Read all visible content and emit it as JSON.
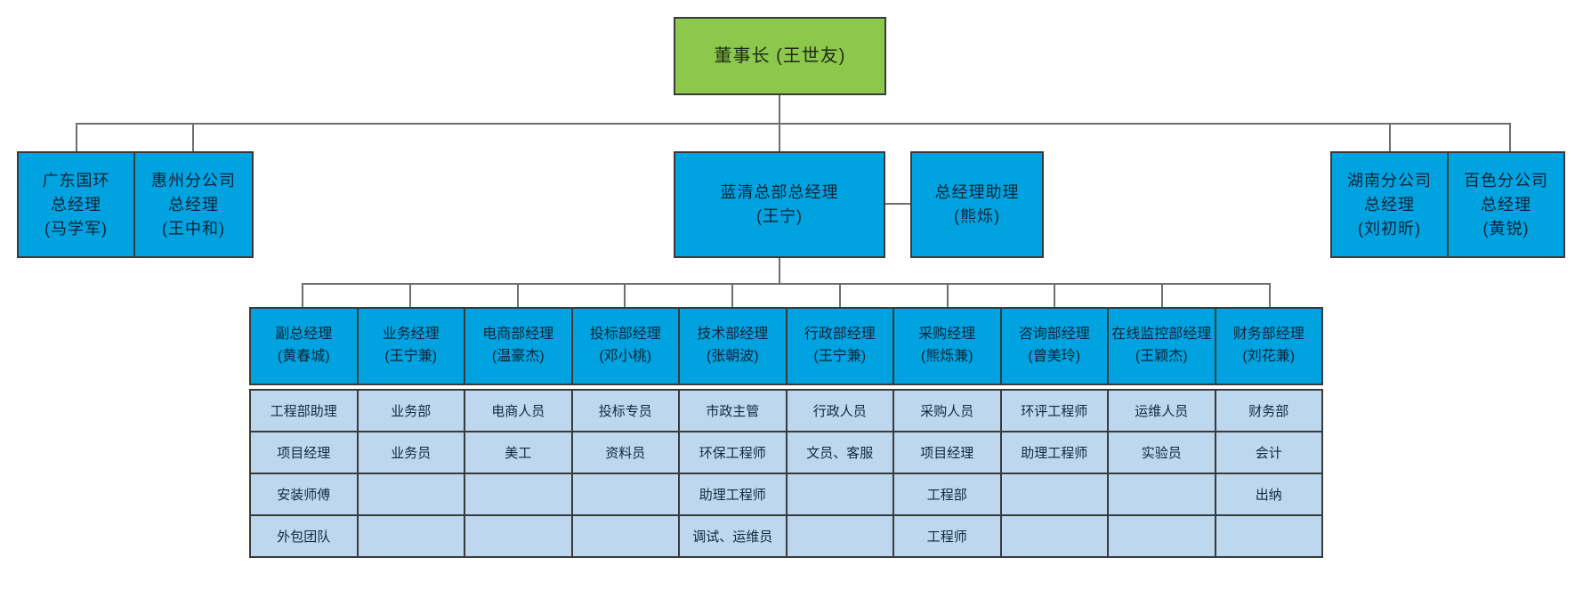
{
  "palette": {
    "green": "#8cc84b",
    "cyan": "#00a3df",
    "light_blue": "#bdd7ee",
    "border": "#3a3a3a",
    "line": "#6e6e6e",
    "box_text": "#0d2436",
    "chairman_text": "#1f2b15"
  },
  "chairman": {
    "label": "董事长 (王世友)"
  },
  "level2": [
    {
      "label": "广东国环\n总经理\n(马学军)"
    },
    {
      "label": "惠州分公司\n总经理\n(王中和)"
    },
    {
      "label": "蓝清总部总经理\n(王宁)"
    },
    {
      "label": "总经理助理\n(熊烁)"
    },
    {
      "label": "湖南分公司\n总经理\n(刘初昕)"
    },
    {
      "label": "百色分公司\n总经理\n(黄锐)"
    }
  ],
  "table": {
    "columns": [
      {
        "header": "副总经理\n(黄春城)",
        "cells": [
          "工程部助理",
          "项目经理",
          "安装师傅",
          "外包团队"
        ]
      },
      {
        "header": "业务经理\n(王宁兼)",
        "cells": [
          "业务部",
          "业务员",
          "",
          ""
        ]
      },
      {
        "header": "电商部经理\n(温豪杰)",
        "cells": [
          "电商人员",
          "美工",
          "",
          ""
        ]
      },
      {
        "header": "投标部经理\n(邓小桃)",
        "cells": [
          "投标专员",
          "资料员",
          "",
          ""
        ]
      },
      {
        "header": "技术部经理\n(张朝波)",
        "cells": [
          "市政主管",
          "环保工程师",
          "助理工程师",
          "调试、运维员"
        ]
      },
      {
        "header": "行政部经理\n(王宁兼)",
        "cells": [
          "行政人员",
          "文员、客服",
          "",
          ""
        ]
      },
      {
        "header": "采购经理\n(熊烁兼)",
        "cells": [
          "采购人员",
          "项目经理",
          "工程部",
          "工程师"
        ]
      },
      {
        "header": "咨询部经理\n(曾美玲)",
        "cells": [
          "环评工程师",
          "助理工程师",
          "",
          ""
        ]
      },
      {
        "header": "在线监控部经理\n(王颖杰)",
        "cells": [
          "运维人员",
          "实验员",
          "",
          ""
        ]
      },
      {
        "header": "财务部经理\n(刘花兼)",
        "cells": [
          "财务部",
          "会计",
          "出纳",
          ""
        ]
      }
    ]
  }
}
